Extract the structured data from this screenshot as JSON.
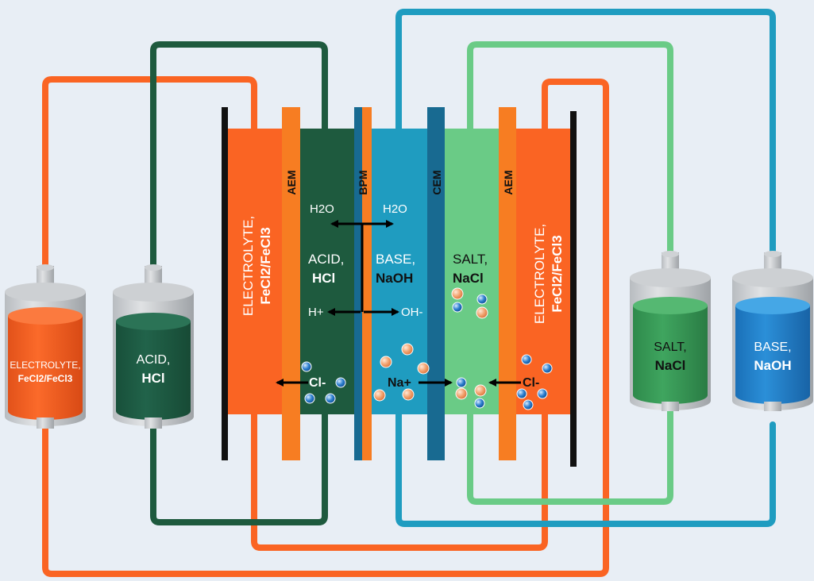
{
  "colors": {
    "background": "#e8eef5",
    "electrolyte": "#fa6423",
    "acid": "#1e5a3e",
    "base": "#1f9cc0",
    "salt": "#6acb86",
    "membrane_orange": "#f77d22",
    "membrane_blue": "#186a91",
    "na_ion": "#f2a370",
    "cl_ion": "#2d7fcf"
  },
  "membranes": {
    "aem_left": "AEM",
    "bpm": "BPM",
    "cem": "CEM",
    "aem_right": "AEM"
  },
  "compartments": {
    "electrolyte_left": {
      "line1": "ELECTROLYTE,",
      "line2": "FeCl2/FeCl3"
    },
    "acid": {
      "line1": "ACID,",
      "line2": "HCl"
    },
    "base": {
      "line1": "BASE,",
      "line2": "NaOH"
    },
    "salt": {
      "line1": "SALT,",
      "line2": "NaCl"
    },
    "electrolyte_right": {
      "line1": "ELECTROLYTE,",
      "line2": "FeCl2/FeCl3"
    }
  },
  "ions": {
    "h2o_left": "H2O",
    "h2o_right": "H2O",
    "h_plus": "H+",
    "oh_minus": "OH-",
    "cl_minus_left": "Cl-",
    "na_plus": "Na+",
    "cl_minus_right": "Cl-"
  },
  "tanks": {
    "electrolyte": {
      "line1": "ELECTROLYTE,",
      "line2": "FeCl2/FeCl3"
    },
    "acid": {
      "line1": "ACID,",
      "line2": "HCl"
    },
    "salt": {
      "line1": "SALT,",
      "line2": "NaCl"
    },
    "base": {
      "line1": "BASE,",
      "line2": "NaOH"
    }
  }
}
